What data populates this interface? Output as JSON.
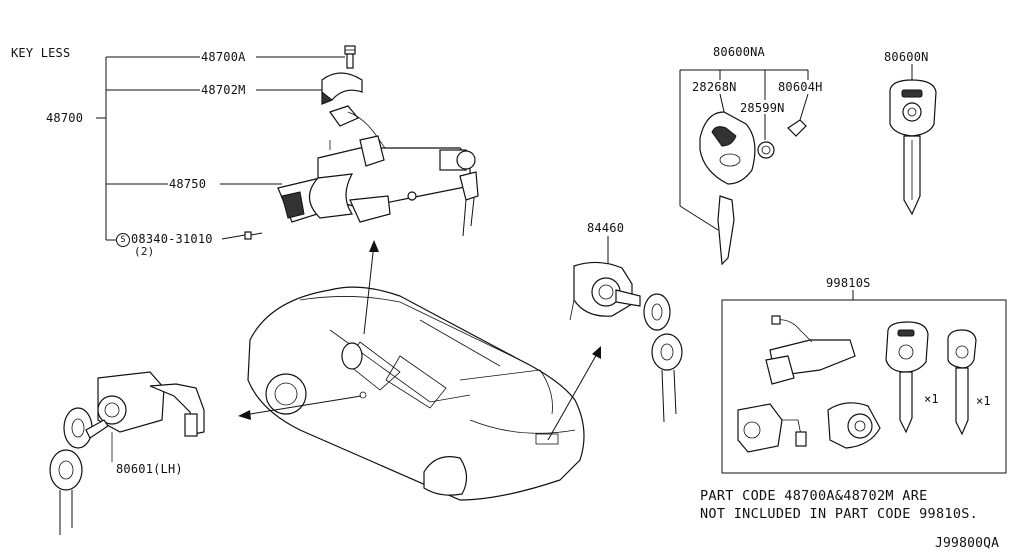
{
  "labels": {
    "keyless": "KEY LESS",
    "p48700": "48700",
    "p48700A": "48700A",
    "p48702M": "48702M",
    "p48750": "48750",
    "screw": "08340-31010",
    "screw_prefix": "S",
    "screw_qty": "(2)",
    "p80600NA": "80600NA",
    "p28268N": "28268N",
    "p80604H": "80604H",
    "p28599N": "28599N",
    "p80600N": "80600N",
    "p84460": "84460",
    "p99810S": "99810S",
    "qty_x1_a": "×1",
    "qty_x1_b": "×1",
    "p80601": "80601(LH)",
    "ref_code": "J99800QA"
  },
  "note": {
    "line1": "PART CODE 48700A&48702M ARE",
    "line2": "NOT INCLUDED IN PART CODE 99810S."
  }
}
